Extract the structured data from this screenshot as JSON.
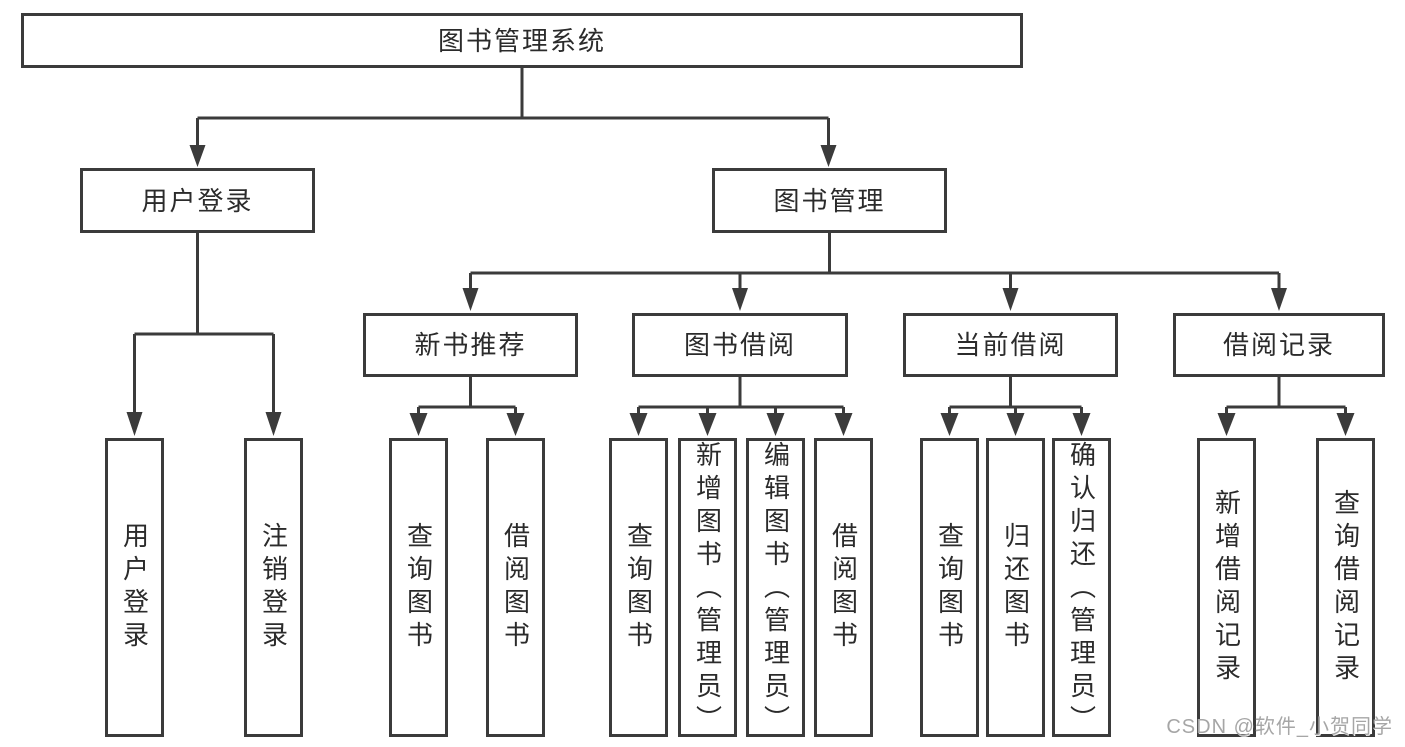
{
  "diagram": {
    "title": "图书管理系统",
    "root": {
      "label": "图书管理系统",
      "children": [
        {
          "label": "用户登录",
          "children": [
            {
              "label": "用户登录"
            },
            {
              "label": "注销登录"
            }
          ]
        },
        {
          "label": "图书管理",
          "children": [
            {
              "label": "新书推荐",
              "children": [
                {
                  "label": "查询图书"
                },
                {
                  "label": "借阅图书"
                }
              ]
            },
            {
              "label": "图书借阅",
              "children": [
                {
                  "label": "查询图书"
                },
                {
                  "label": "新增图书（管理员）"
                },
                {
                  "label": "编辑图书（管理员）"
                },
                {
                  "label": "借阅图书"
                }
              ]
            },
            {
              "label": "当前借阅",
              "children": [
                {
                  "label": "查询图书"
                },
                {
                  "label": "归还图书"
                },
                {
                  "label": "确认归还（管理员）"
                }
              ]
            },
            {
              "label": "借阅记录",
              "children": [
                {
                  "label": "新增借阅记录"
                },
                {
                  "label": "查询借阅记录"
                }
              ]
            }
          ]
        }
      ]
    }
  },
  "watermark": {
    "text": "CSDN @软件_小贺同学"
  },
  "colors": {
    "line": "#3b3b3b",
    "text": "#2b2b2b",
    "watermark": "#a6a6a6",
    "background": "#ffffff"
  }
}
